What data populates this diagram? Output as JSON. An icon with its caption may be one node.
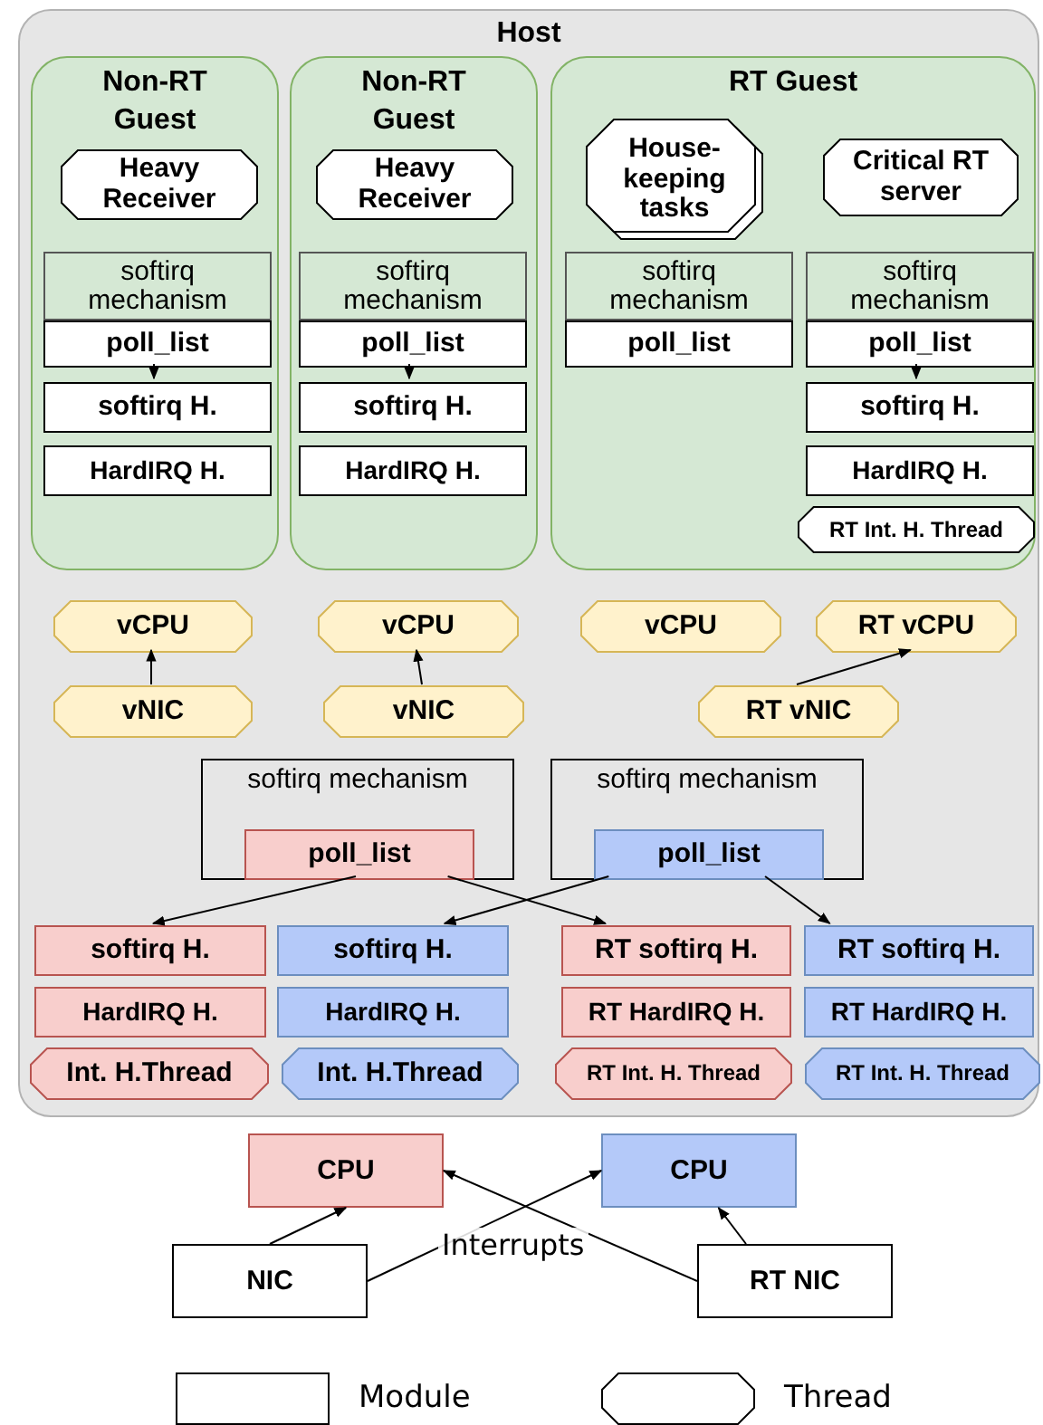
{
  "diagram": {
    "nodes": [
      {
        "text": [
          "Host"
        ]
      },
      {
        "text": [
          "Non-RT Guest"
        ],
        "in": 0
      },
      {
        "text": [
          "Heavy Receiver"
        ],
        "in": 1
      },
      {
        "text": [
          "softirq mechanism"
        ],
        "in": 1
      },
      {
        "text": [
          "poll_list"
        ],
        "in": 1
      },
      {
        "text": [
          "softirq H."
        ],
        "in": 1
      },
      {
        "text": [
          "HardIRQ H."
        ],
        "in": 1
      },
      {
        "text": [
          "Non-RT Guest"
        ],
        "in": 0
      },
      {
        "text": [
          "Heavy Receiver"
        ],
        "in": 7
      },
      {
        "text": [
          "softirq mechanism"
        ],
        "in": 7
      },
      {
        "text": [
          "poll_list"
        ],
        "in": 7
      },
      {
        "text": [
          "softirq H."
        ],
        "in": 7
      },
      {
        "text": [
          "HardIRQ H."
        ],
        "in": 7
      },
      {
        "text": [
          "RT Guest"
        ],
        "in": 0
      },
      {
        "text": [
          "House-keeping tasks"
        ],
        "in": 13
      },
      {
        "text": [
          "Critical RT server"
        ],
        "in": 13
      },
      {
        "text": [
          "softirq mechanism"
        ],
        "in": 13
      },
      {
        "text": [
          "poll_list"
        ],
        "in": 13
      },
      {
        "text": [
          "softirq mechanism"
        ],
        "in": 13
      },
      {
        "text": [
          "poll_list"
        ],
        "in": 13
      },
      {
        "text": [
          "softirq H."
        ],
        "in": 13
      },
      {
        "text": [
          "HardIRQ H."
        ],
        "in": 13
      },
      {
        "text": [
          "RT Int. H. Thread"
        ],
        "in": 13
      },
      {
        "text": [
          "vCPU"
        ],
        "in": 0
      },
      {
        "text": [
          "vNIC"
        ],
        "in": 0
      },
      {
        "text": [
          "vCPU"
        ],
        "in": 0
      },
      {
        "text": [
          "vNIC"
        ],
        "in": 0
      },
      {
        "text": [
          "vCPU"
        ],
        "in": 0
      },
      {
        "text": [
          "RT vCPU"
        ],
        "in": 0
      },
      {
        "text": [
          "RT vNIC"
        ],
        "in": 0
      },
      {
        "text": [
          "softirq mechanism"
        ],
        "in": 0
      },
      {
        "text": [
          "poll_list"
        ],
        "in": 30
      },
      {
        "text": [
          "softirq mechanism"
        ],
        "in": 0
      },
      {
        "text": [
          "poll_list"
        ],
        "in": 32
      },
      {
        "text": [
          "softirq H."
        ],
        "in": 0
      },
      {
        "text": [
          "softirq H."
        ],
        "in": 0
      },
      {
        "text": [
          "RT softirq H."
        ],
        "in": 0
      },
      {
        "text": [
          "RT softirq H."
        ],
        "in": 0
      },
      {
        "text": [
          "HardIRQ H."
        ],
        "in": 0
      },
      {
        "text": [
          "HardIRQ H."
        ],
        "in": 0
      },
      {
        "text": [
          "RT HardIRQ H."
        ],
        "in": 0
      },
      {
        "text": [
          "RT HardIRQ H."
        ],
        "in": 0
      },
      {
        "text": [
          "Int. H.Thread"
        ],
        "in": 0
      },
      {
        "text": [
          "Int. H.Thread"
        ],
        "in": 0
      },
      {
        "text": [
          "RT Int. H. Thread"
        ],
        "in": 0
      },
      {
        "text": [
          "RT Int. H. Thread"
        ],
        "in": 0
      },
      {
        "text": [
          "CPU"
        ]
      },
      {
        "text": [
          "CPU"
        ]
      },
      {
        "text": [
          "NIC"
        ]
      },
      {
        "text": [
          "RT NIC"
        ]
      }
    ],
    "edges": [
      {
        "from": 4,
        "to": 5,
        "arrow": "to"
      },
      {
        "from": 10,
        "to": 11,
        "arrow": "to"
      },
      {
        "from": 19,
        "to": 20,
        "arrow": "to"
      },
      {
        "from": 24,
        "to": 23,
        "arrow": "to"
      },
      {
        "from": 26,
        "to": 25,
        "arrow": "to"
      },
      {
        "from": 29,
        "to": 28,
        "arrow": "to"
      },
      {
        "from": 31,
        "to": 34,
        "arrow": "to"
      },
      {
        "from": 31,
        "to": 36,
        "arrow": "to"
      },
      {
        "from": 33,
        "to": 35,
        "arrow": "to"
      },
      {
        "from": 33,
        "to": 37,
        "arrow": "to"
      },
      {
        "from": 48,
        "to": 46,
        "arrow": "to"
      },
      {
        "from": 48,
        "to": 47,
        "arrow": "to"
      },
      {
        "from": 49,
        "to": 46,
        "arrow": "to"
      },
      {
        "from": 49,
        "to": 47,
        "arrow": "to"
      }
    ],
    "labels": [
      "Interrupts"
    ],
    "legend": [
      {
        "text": "Module"
      },
      {
        "text": "Thread"
      }
    ]
  }
}
